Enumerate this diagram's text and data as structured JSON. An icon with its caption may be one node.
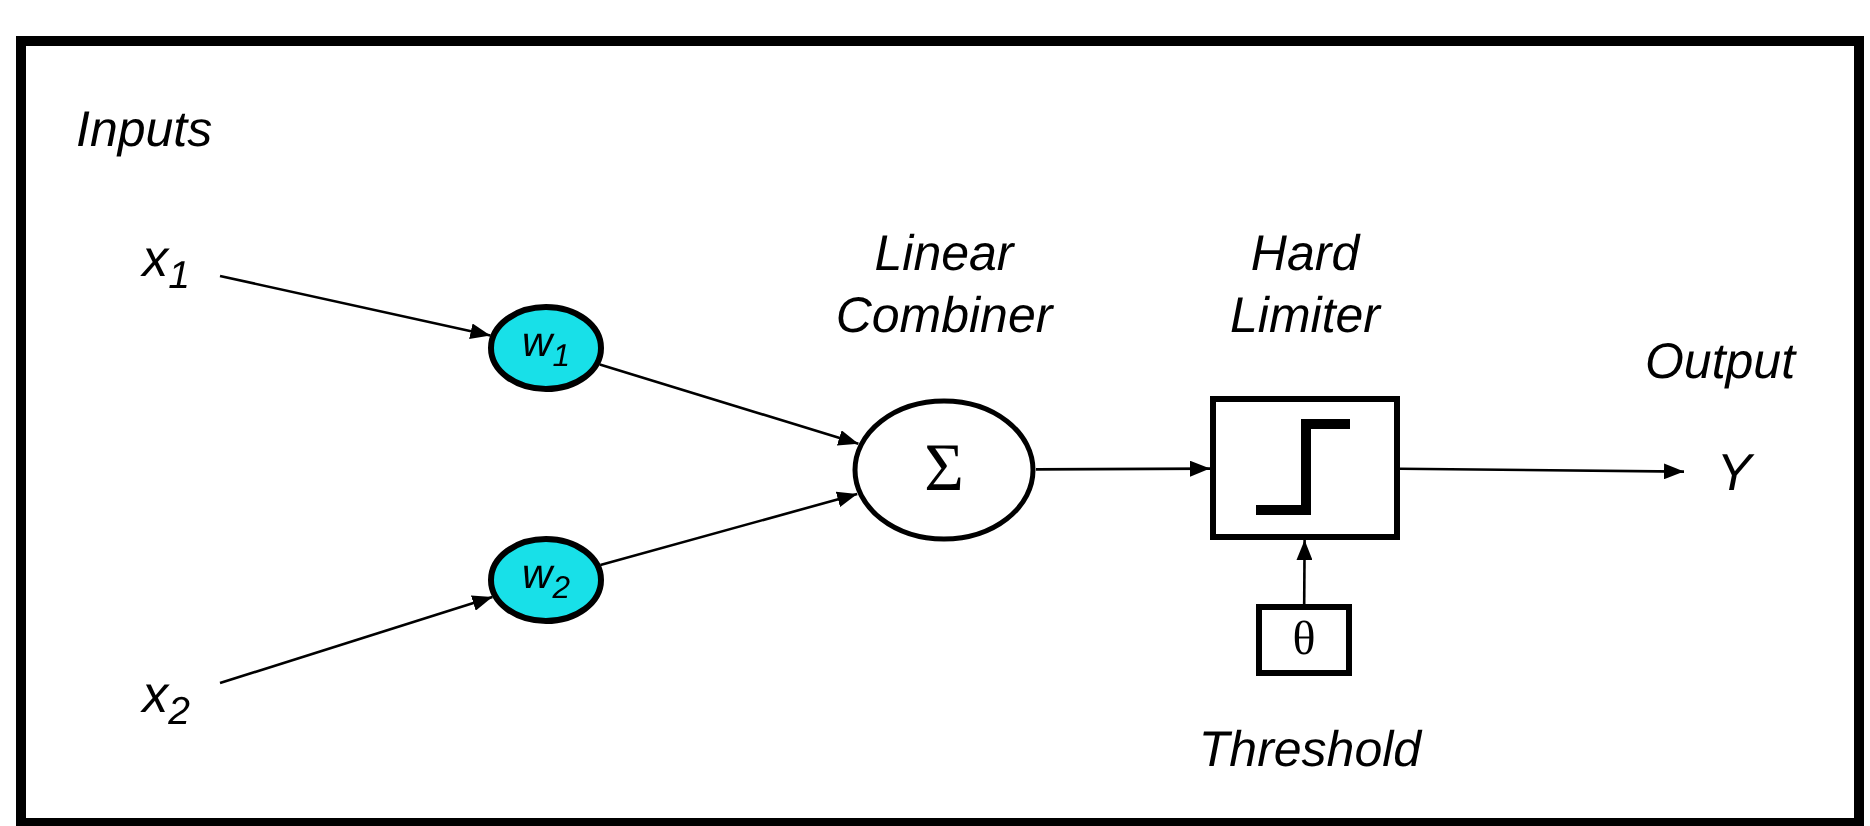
{
  "diagram": {
    "nodes": [
      {
        "text": [
          "x$_{1}$"
        ]
      },
      {
        "text": [
          "x$_{2}$"
        ]
      },
      {
        "text": [
          "w$_{1}$"
        ]
      },
      {
        "text": [
          "w$_{2}$"
        ]
      },
      {
        "text": [
          "Σ"
        ],
        "beside": [
          "Linear Combiner"
        ]
      },
      {
        "text": [],
        "shape": "box",
        "beside": [
          "Hard Limiter"
        ]
      },
      {
        "text": [
          "θ"
        ],
        "beside": [
          "Threshold"
        ]
      },
      {
        "text": [
          "Y"
        ],
        "beside": [
          "Output"
        ]
      }
    ],
    "edges": [
      {
        "from": 0,
        "to": 2,
        "arrow": "to"
      },
      {
        "from": 1,
        "to": 3,
        "arrow": "to"
      },
      {
        "from": 2,
        "to": 4,
        "arrow": "to"
      },
      {
        "from": 3,
        "to": 4,
        "arrow": "to"
      },
      {
        "from": 4,
        "to": 5,
        "arrow": "to"
      },
      {
        "from": 6,
        "to": 5,
        "arrow": "to"
      },
      {
        "from": 5,
        "to": 7,
        "arrow": "to"
      }
    ],
    "labels": [
      "Inputs"
    ]
  }
}
